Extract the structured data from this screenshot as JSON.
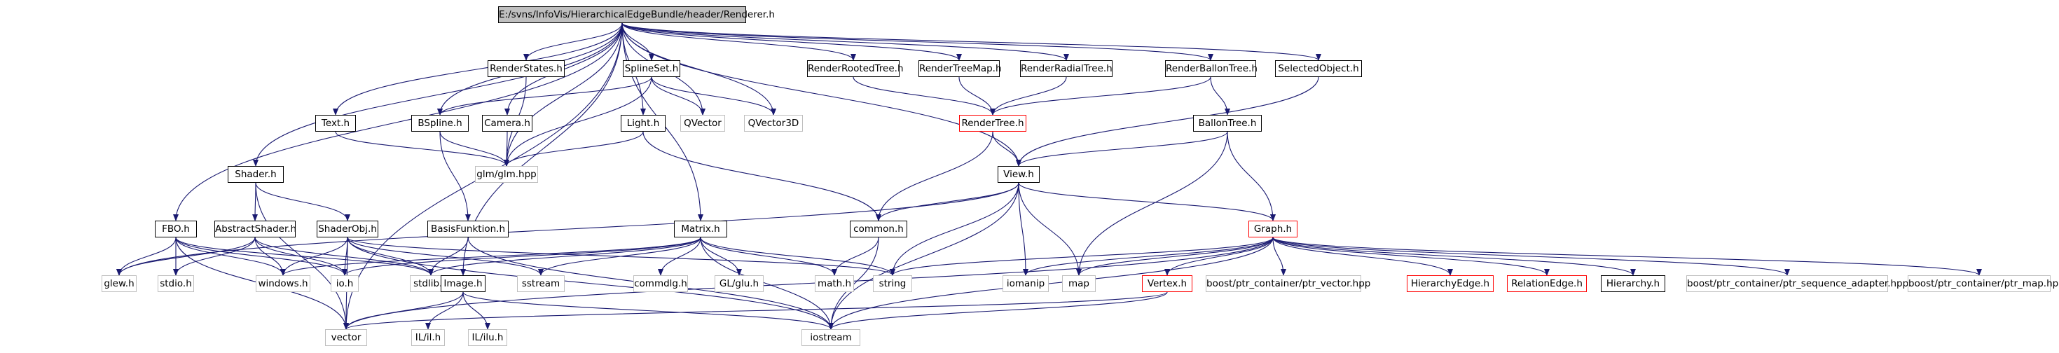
{
  "diagram": {
    "edge_color": "#191970",
    "nodes": [
      {
        "id": "root",
        "label": "E:/svns/InfoVis/HierarchicalEdgeBundle/header/Renderer.h",
        "kind": "root"
      },
      {
        "id": "renderstates",
        "label": "RenderStates.h",
        "kind": "normal"
      },
      {
        "id": "splineset",
        "label": "SplineSet.h",
        "kind": "normal"
      },
      {
        "id": "renderrootedtree",
        "label": "RenderRootedTree.h",
        "kind": "normal"
      },
      {
        "id": "rendertreemap",
        "label": "RenderTreeMap.h",
        "kind": "normal"
      },
      {
        "id": "renderradialtree",
        "label": "RenderRadialTree.h",
        "kind": "normal"
      },
      {
        "id": "renderballontree",
        "label": "RenderBallonTree.h",
        "kind": "normal"
      },
      {
        "id": "selectedobject",
        "label": "SelectedObject.h",
        "kind": "normal"
      },
      {
        "id": "text",
        "label": "Text.h",
        "kind": "normal"
      },
      {
        "id": "bspline",
        "label": "BSpline.h",
        "kind": "normal"
      },
      {
        "id": "camera",
        "label": "Camera.h",
        "kind": "normal"
      },
      {
        "id": "light",
        "label": "Light.h",
        "kind": "normal"
      },
      {
        "id": "qvector",
        "label": "QVector",
        "kind": "external"
      },
      {
        "id": "qvector3d",
        "label": "QVector3D",
        "kind": "external"
      },
      {
        "id": "rendertree",
        "label": "RenderTree.h",
        "kind": "red"
      },
      {
        "id": "ballontree",
        "label": "BallonTree.h",
        "kind": "normal"
      },
      {
        "id": "glm",
        "label": "glm/glm.hpp",
        "kind": "external"
      },
      {
        "id": "view",
        "label": "View.h",
        "kind": "normal"
      },
      {
        "id": "shader",
        "label": "Shader.h",
        "kind": "normal"
      },
      {
        "id": "fbo",
        "label": "FBO.h",
        "kind": "normal"
      },
      {
        "id": "abstractshader",
        "label": "AbstractShader.h",
        "kind": "normal"
      },
      {
        "id": "shaderobj",
        "label": "ShaderObj.h",
        "kind": "normal"
      },
      {
        "id": "basisfunktion",
        "label": "BasisFunktion.h",
        "kind": "normal"
      },
      {
        "id": "matrix",
        "label": "Matrix.h",
        "kind": "normal"
      },
      {
        "id": "common",
        "label": "common.h",
        "kind": "normal"
      },
      {
        "id": "graph",
        "label": "Graph.h",
        "kind": "red"
      },
      {
        "id": "glew",
        "label": "glew.h",
        "kind": "external"
      },
      {
        "id": "stdio",
        "label": "stdio.h",
        "kind": "external"
      },
      {
        "id": "windows",
        "label": "windows.h",
        "kind": "external"
      },
      {
        "id": "io",
        "label": "io.h",
        "kind": "external"
      },
      {
        "id": "stdlib",
        "label": "stdlib.h",
        "kind": "external"
      },
      {
        "id": "image",
        "label": "Image.h",
        "kind": "normal"
      },
      {
        "id": "sstream",
        "label": "sstream",
        "kind": "external"
      },
      {
        "id": "commdlg",
        "label": "commdlg.h",
        "kind": "external"
      },
      {
        "id": "glglu",
        "label": "GL/glu.h",
        "kind": "external"
      },
      {
        "id": "math",
        "label": "math.h",
        "kind": "external"
      },
      {
        "id": "string",
        "label": "string",
        "kind": "external"
      },
      {
        "id": "iomanip",
        "label": "iomanip",
        "kind": "external"
      },
      {
        "id": "map",
        "label": "map",
        "kind": "external"
      },
      {
        "id": "vertex",
        "label": "Vertex.h",
        "kind": "red"
      },
      {
        "id": "ptrvector",
        "label": "boost/ptr_container/ptr_vector.hpp",
        "kind": "external"
      },
      {
        "id": "hierarchyedge",
        "label": "HierarchyEdge.h",
        "kind": "red"
      },
      {
        "id": "relationedge",
        "label": "RelationEdge.h",
        "kind": "red"
      },
      {
        "id": "hierarchy",
        "label": "Hierarchy.h",
        "kind": "normal"
      },
      {
        "id": "ptrseq",
        "label": "boost/ptr_container/ptr_sequence_adapter.hpp",
        "kind": "external"
      },
      {
        "id": "ptrmap",
        "label": "boost/ptr_container/ptr_map.hpp",
        "kind": "external"
      },
      {
        "id": "vector",
        "label": "vector",
        "kind": "external"
      },
      {
        "id": "ilil",
        "label": "IL/il.h",
        "kind": "external"
      },
      {
        "id": "ililu",
        "label": "IL/ilu.h",
        "kind": "external"
      },
      {
        "id": "iostream",
        "label": "iostream",
        "kind": "external"
      }
    ],
    "edges": [
      [
        "root",
        "renderstates"
      ],
      [
        "root",
        "splineset"
      ],
      [
        "root",
        "renderrootedtree"
      ],
      [
        "root",
        "rendertreemap"
      ],
      [
        "root",
        "renderradialtree"
      ],
      [
        "root",
        "renderballontree"
      ],
      [
        "root",
        "selectedobject"
      ],
      [
        "root",
        "text"
      ],
      [
        "root",
        "bspline"
      ],
      [
        "root",
        "camera"
      ],
      [
        "root",
        "light"
      ],
      [
        "root",
        "qvector"
      ],
      [
        "root",
        "qvector3d"
      ],
      [
        "root",
        "view"
      ],
      [
        "root",
        "shader"
      ],
      [
        "root",
        "fbo"
      ],
      [
        "root",
        "image"
      ],
      [
        "root",
        "matrix"
      ],
      [
        "root",
        "vector"
      ],
      [
        "root",
        "glm"
      ],
      [
        "renderstates",
        "glm"
      ],
      [
        "splineset",
        "bspline"
      ],
      [
        "splineset",
        "qvector"
      ],
      [
        "splineset",
        "qvector3d"
      ],
      [
        "splineset",
        "glm"
      ],
      [
        "renderrootedtree",
        "rendertree"
      ],
      [
        "rendertreemap",
        "rendertree"
      ],
      [
        "renderradialtree",
        "rendertree"
      ],
      [
        "renderballontree",
        "rendertree"
      ],
      [
        "renderballontree",
        "ballontree"
      ],
      [
        "selectedobject",
        "view"
      ],
      [
        "text",
        "glm"
      ],
      [
        "bspline",
        "glm"
      ],
      [
        "bspline",
        "basisfunktion"
      ],
      [
        "camera",
        "glm"
      ],
      [
        "light",
        "glm"
      ],
      [
        "light",
        "common"
      ],
      [
        "rendertree",
        "view"
      ],
      [
        "rendertree",
        "common"
      ],
      [
        "ballontree",
        "view"
      ],
      [
        "ballontree",
        "graph"
      ],
      [
        "ballontree",
        "map"
      ],
      [
        "view",
        "graph"
      ],
      [
        "view",
        "common"
      ],
      [
        "view",
        "string"
      ],
      [
        "view",
        "iomanip"
      ],
      [
        "view",
        "map"
      ],
      [
        "view",
        "iostream"
      ],
      [
        "view",
        "glew"
      ],
      [
        "shader",
        "abstractshader"
      ],
      [
        "shader",
        "shaderobj"
      ],
      [
        "shader",
        "vector"
      ],
      [
        "abstractshader",
        "glew"
      ],
      [
        "abstractshader",
        "stdio"
      ],
      [
        "abstractshader",
        "windows"
      ],
      [
        "abstractshader",
        "io"
      ],
      [
        "abstractshader",
        "stdlib"
      ],
      [
        "fbo",
        "glew"
      ],
      [
        "fbo",
        "stdio"
      ],
      [
        "fbo",
        "windows"
      ],
      [
        "fbo",
        "io"
      ],
      [
        "fbo",
        "stdlib"
      ],
      [
        "fbo",
        "vector"
      ],
      [
        "shaderobj",
        "io"
      ],
      [
        "shaderobj",
        "stdlib"
      ],
      [
        "shaderobj",
        "sstream"
      ],
      [
        "shaderobj",
        "vector"
      ],
      [
        "shaderobj",
        "iostream"
      ],
      [
        "shaderobj",
        "string"
      ],
      [
        "shaderobj",
        "windows"
      ],
      [
        "basisfunktion",
        "stdlib"
      ],
      [
        "basisfunktion",
        "iostream"
      ],
      [
        "matrix",
        "stdlib"
      ],
      [
        "matrix",
        "io"
      ],
      [
        "matrix",
        "sstream"
      ],
      [
        "matrix",
        "commdlg"
      ],
      [
        "matrix",
        "glglu"
      ],
      [
        "matrix",
        "math"
      ],
      [
        "matrix",
        "iostream"
      ],
      [
        "matrix",
        "string"
      ],
      [
        "matrix",
        "windows"
      ],
      [
        "common",
        "math"
      ],
      [
        "common",
        "iostream"
      ],
      [
        "graph",
        "string"
      ],
      [
        "graph",
        "iomanip"
      ],
      [
        "graph",
        "map"
      ],
      [
        "graph",
        "vertex"
      ],
      [
        "graph",
        "ptrvector"
      ],
      [
        "graph",
        "hierarchyedge"
      ],
      [
        "graph",
        "relationedge"
      ],
      [
        "graph",
        "hierarchy"
      ],
      [
        "graph",
        "ptrseq"
      ],
      [
        "graph",
        "ptrmap"
      ],
      [
        "graph",
        "vector"
      ],
      [
        "graph",
        "iostream"
      ],
      [
        "vertex",
        "vector"
      ],
      [
        "vertex",
        "iostream"
      ],
      [
        "image",
        "ilil"
      ],
      [
        "image",
        "ililu"
      ],
      [
        "image",
        "vector"
      ],
      [
        "image",
        "iostream"
      ]
    ]
  }
}
